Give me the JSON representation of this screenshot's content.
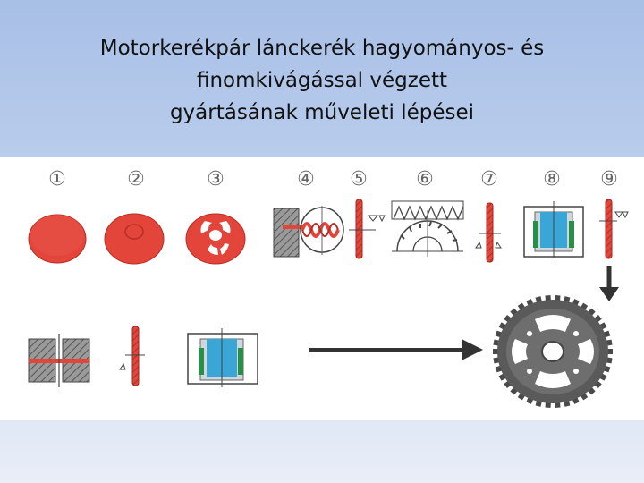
{
  "slide": {
    "title_lines": [
      "Motorkerékpár lánckerék hagyományos- és",
      "finomkivágással végzett",
      "gyártásának műveleti lépései"
    ]
  },
  "steps": [
    {
      "number": "①"
    },
    {
      "number": "②"
    },
    {
      "number": "③"
    },
    {
      "number": "④"
    },
    {
      "number": "⑤"
    },
    {
      "number": "⑥"
    },
    {
      "number": "⑦"
    },
    {
      "number": "⑧"
    },
    {
      "number": "⑨"
    }
  ],
  "colors": {
    "part_red": "#e4453a",
    "part_red_dark": "#b52e26",
    "cyan_die": "#39a6d6",
    "finished_sprocket": "#555555"
  }
}
